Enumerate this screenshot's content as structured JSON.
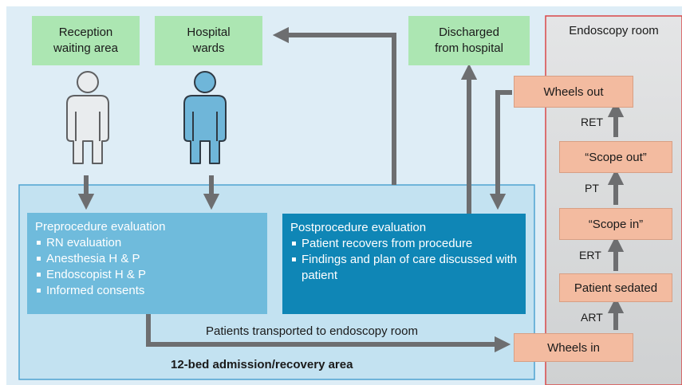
{
  "areas": {
    "admission": "12-bed admission/recovery area",
    "endoscopy": "Endoscopy room"
  },
  "boxes": {
    "reception": [
      "Reception",
      "waiting area"
    ],
    "wards": [
      "Hospital",
      "wards"
    ],
    "discharged": [
      "Discharged",
      "from hospital"
    ],
    "wheels_out": "Wheels out",
    "scope_out": "“Scope out”",
    "scope_in": "“Scope in”",
    "patient_sedated": "Patient sedated",
    "wheels_in": "Wheels in"
  },
  "preprocedure": {
    "title": "Preprocedure evaluation",
    "items": [
      "RN evaluation",
      "Anesthesia H & P",
      "Endoscopist H & P",
      "Informed consents"
    ]
  },
  "postprocedure": {
    "title": "Postprocedure evaluation",
    "items": [
      "Patient recovers from procedure",
      "Findings and plan of care discussed with patient"
    ]
  },
  "time_labels": {
    "ret": "RET",
    "pt": "PT",
    "ert": "ERT",
    "art": "ART"
  },
  "transport_label": "Patients transported to endoscopy room",
  "colors": {
    "background": "#deedf6",
    "admission_area": "#c3e2f1",
    "admission_border": "#4fa3d1",
    "preprocedure_box": "#6fbbdc",
    "postprocedure_box": "#0f86b6",
    "endoscopy_room": "#dadcdc",
    "endoscopy_border": "#d94848",
    "green_box": "#ace6b2",
    "salmon_box": "#f3bba0",
    "arrow": "#6d6e70",
    "patient_grey": "#e9ecee",
    "patient_blue": "#6fb6d9"
  },
  "icons": {
    "patient_waiting": "person-icon",
    "patient_ward": "person-icon"
  }
}
